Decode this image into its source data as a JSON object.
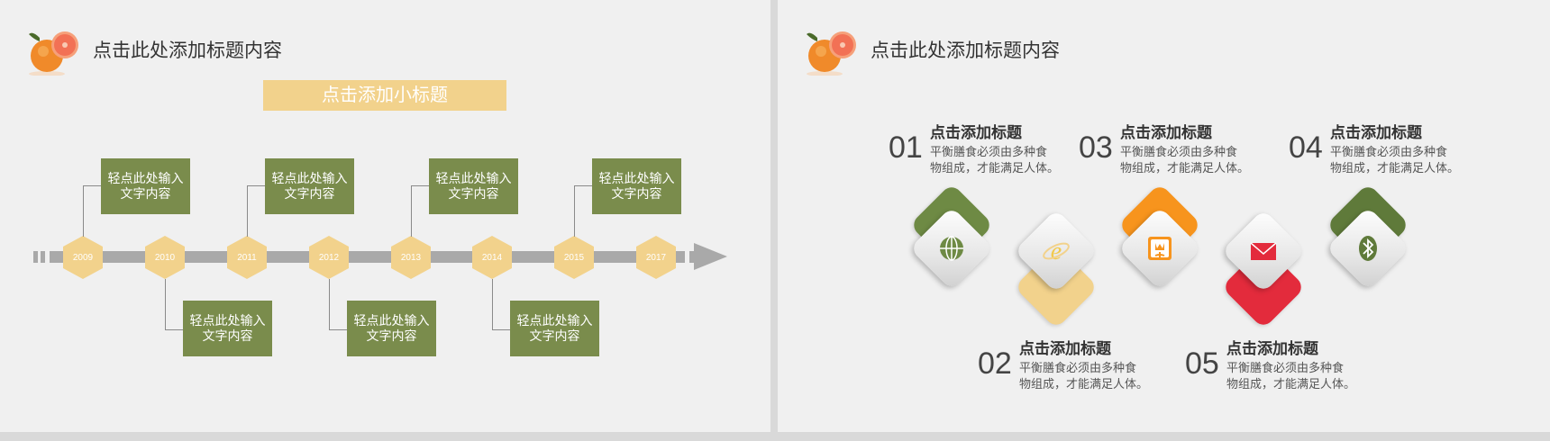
{
  "left_slide": {
    "title": "点击此处添加标题内容",
    "subtitle": "点击添加小标题",
    "years": [
      "2009",
      "2010",
      "2011",
      "2012",
      "2013",
      "2014",
      "2015",
      "2017"
    ],
    "top_boxes": [
      {
        "line1": "轻点此处输入",
        "line2": "文字内容"
      },
      {
        "line1": "轻点此处输入",
        "line2": "文字内容"
      },
      {
        "line1": "轻点此处输入",
        "line2": "文字内容"
      },
      {
        "line1": "轻点此处输入",
        "line2": "文字内容"
      }
    ],
    "bottom_boxes": [
      {
        "line1": "轻点此处输入",
        "line2": "文字内容"
      },
      {
        "line1": "轻点此处输入",
        "line2": "文字内容"
      },
      {
        "line1": "轻点此处输入",
        "line2": "文字内容"
      }
    ]
  },
  "right_slide": {
    "title": "点击此处添加标题内容",
    "steps": [
      {
        "num": "01",
        "title": "点击添加标题",
        "line1": "平衡膳食必须由多种食",
        "line2": "物组成，才能满足人体。"
      },
      {
        "num": "02",
        "title": "点击添加标题",
        "line1": "平衡膳食必须由多种食",
        "line2": "物组成，才能满足人体。"
      },
      {
        "num": "03",
        "title": "点击添加标题",
        "line1": "平衡膳食必须由多种食",
        "line2": "物组成，才能满足人体。"
      },
      {
        "num": "04",
        "title": "点击添加标题",
        "line1": "平衡膳食必须由多种食",
        "line2": "物组成，才能满足人体。"
      },
      {
        "num": "05",
        "title": "点击添加标题",
        "line1": "平衡膳食必须由多种食",
        "line2": "物组成，才能满足人体。"
      }
    ],
    "icons": [
      "globe-icon",
      "internet-explorer-icon",
      "flower-icon",
      "mail-icon",
      "bluetooth-icon"
    ],
    "colors": {
      "green": "#6e8a44",
      "yellow": "#f2d28c",
      "orange": "#f7941d",
      "red": "#e32b3c",
      "dark_green": "#5f7a3a"
    }
  }
}
